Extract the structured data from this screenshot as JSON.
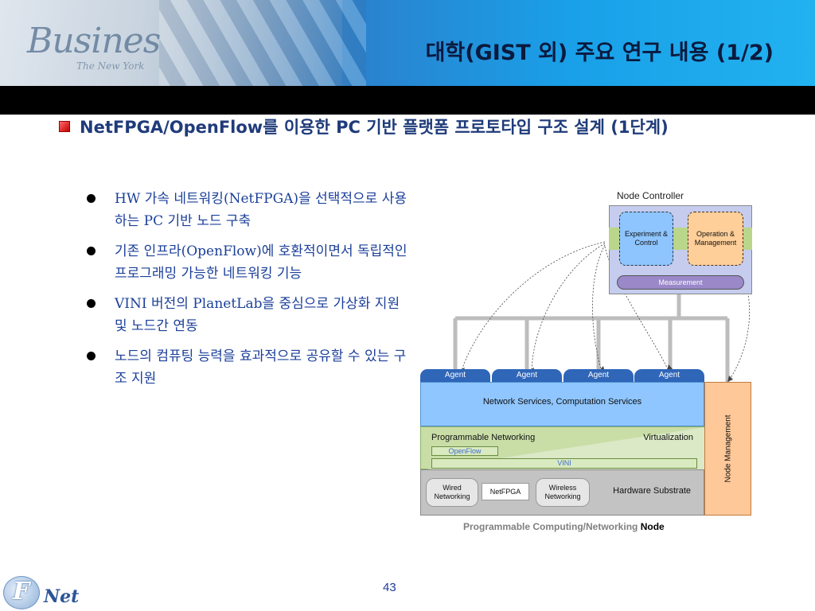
{
  "slide": {
    "title": "대학(GIST 외) 주요 연구 내용 (1/2)",
    "header_brand": "Busines",
    "header_brand_sub": "The New York",
    "headline": "NetFPGA/OpenFlow를 이용한 PC 기반 플랫폼 프로토타입 구조 설계 (1단계)",
    "bullets": [
      "HW 가속 네트워킹(NetFPGA)을 선택적으로 사용하는 PC 기반 노드 구축",
      "기존 인프라(OpenFlow)에 호환적이면서 독립적인 프로그래밍 가능한 네트워킹 기능",
      "VINI 버전의 PlanetLab을 중심으로 가상화 지원 및 노드간 연동",
      "노드의 컴퓨팅 능력을 효과적으로 공유할 수 있는 구조 지원"
    ],
    "page_number": "43",
    "logo": {
      "letter": "F",
      "text": "Net"
    }
  },
  "diagram": {
    "node_controller": {
      "label": "Node Controller",
      "experiment_control": "Experiment & Control",
      "operation_management": "Operation & Management",
      "measurement": "Measurement"
    },
    "agents": [
      "Agent",
      "Agent",
      "Agent",
      "Agent"
    ],
    "network_services": "Network Services, Computation Services",
    "programmable_networking": "Programmable Networking",
    "virtualization": "Virtualization",
    "openflow": "OpenFlow",
    "vini": "VINI",
    "wired_networking": "Wired Networking",
    "netfpga": "NetFPGA",
    "wireless_networking": "Wireless Networking",
    "hardware_substrate": "Hardware Substrate",
    "node_management": "Node Management",
    "caption_prefix": "Programmable Computing/Networking",
    "caption_bold": "Node"
  }
}
